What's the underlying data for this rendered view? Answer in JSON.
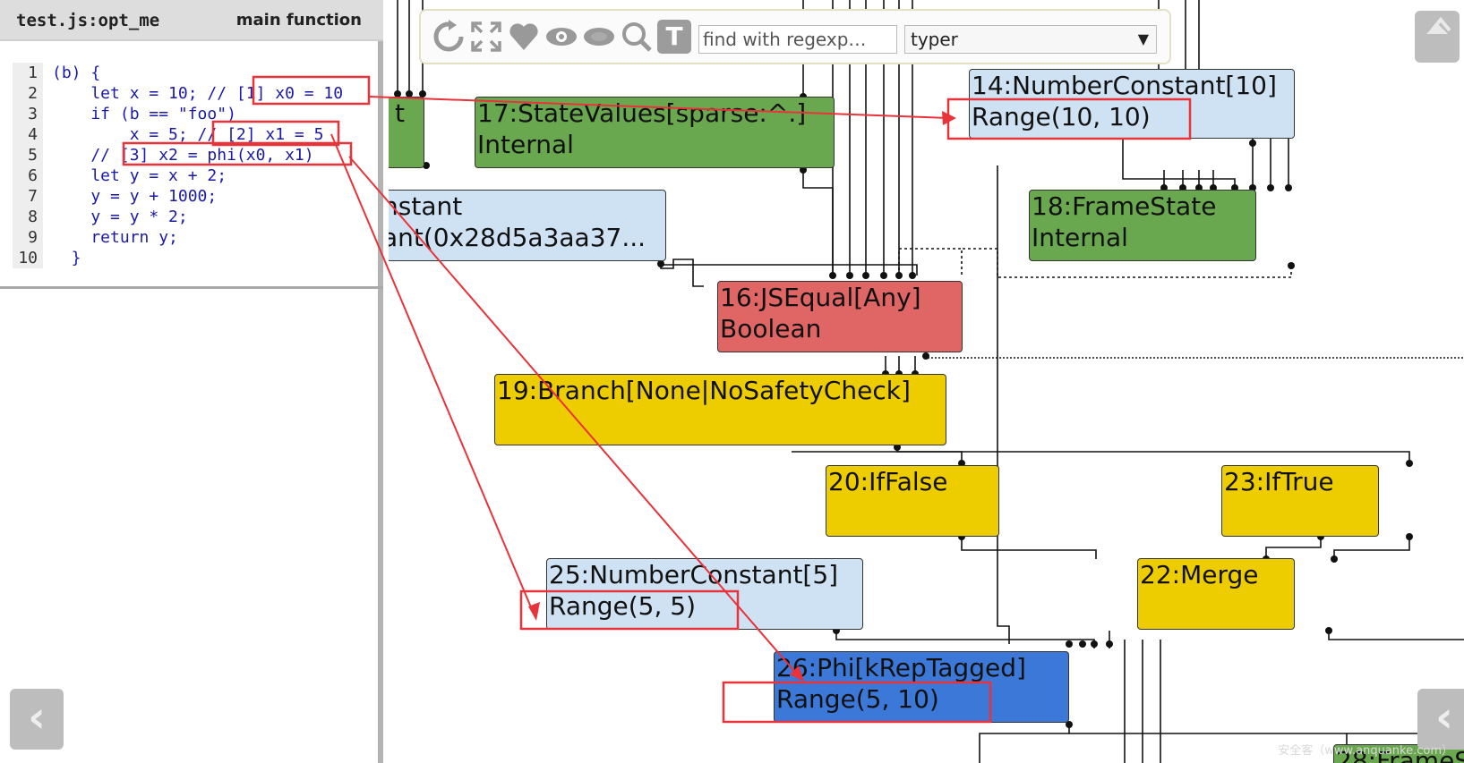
{
  "source": {
    "title": "test.js:opt_me",
    "function_label": "main function",
    "lines": [
      {
        "num": "1",
        "text": "(b) {"
      },
      {
        "num": "2",
        "text": "    let x = 10; // [1] x0 = 10"
      },
      {
        "num": "3",
        "text": "    if (b == \"foo\")"
      },
      {
        "num": "4",
        "text": "        x = 5; // [2] x1 = 5"
      },
      {
        "num": "5",
        "text": "    // [3] x2 = phi(x0, x1)"
      },
      {
        "num": "6",
        "text": "    let y = x + 2;"
      },
      {
        "num": "7",
        "text": "    y = y + 1000;"
      },
      {
        "num": "8",
        "text": "    y = y * 2;"
      },
      {
        "num": "9",
        "text": "    return y;"
      },
      {
        "num": "10",
        "text": "  }"
      }
    ]
  },
  "nav": {
    "left_glyph": "‹",
    "right_glyph": "‹"
  },
  "toolbar": {
    "icons": [
      "layout-icon",
      "fit-icon",
      "heart-icon",
      "eye-icon",
      "eye-closed-icon",
      "search-icon",
      "text-icon"
    ],
    "search_placeholder": "find with regexp…",
    "phase": "typer",
    "phase_arrow": "▼",
    "text_glyph": "T"
  },
  "nodes": {
    "n_left_top": {
      "line1": "t"
    },
    "n17": {
      "line1": "17:StateValues[sparse:^.]",
      "line2": "Internal"
    },
    "n14": {
      "line1": "14:NumberConstant[10]",
      "line2": "Range(10, 10)"
    },
    "n_left_mid": {
      "line1": "nstant",
      "line2": "ant(0x28d5a3aa37..."
    },
    "n18": {
      "line1": "18:FrameState",
      "line2": "Internal"
    },
    "n16": {
      "line1": "16:JSEqual[Any]",
      "line2": "Boolean"
    },
    "n19": {
      "line1": "19:Branch[None|NoSafetyCheck]"
    },
    "n20": {
      "line1": "20:IfFalse"
    },
    "n23": {
      "line1": "23:IfTrue"
    },
    "n22": {
      "line1": "22:Merge"
    },
    "n25": {
      "line1": "25:NumberConstant[5]",
      "line2": "Range(5, 5)"
    },
    "n26": {
      "line1": "26:Phi[kRepTagged]",
      "line2": "Range(5, 10)"
    },
    "n28": {
      "line1": "28:FrameS"
    }
  },
  "colors": {
    "green": "#6aa84f",
    "lightblue": "#cfe2f3",
    "red": "#e06666",
    "yellow": "#eecd00",
    "darkblue": "#3c78d8",
    "annotation": "#e8333a"
  },
  "watermark": "安全客（www.anquanke.com）"
}
